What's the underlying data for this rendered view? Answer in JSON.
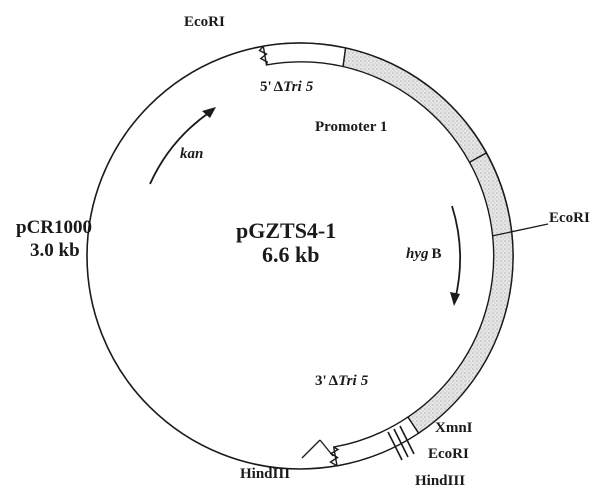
{
  "plasmid": {
    "name": "pGZTS4-1",
    "size": "6.6 kb"
  },
  "vector": {
    "name": "pCR1000",
    "size": "3.0 kb"
  },
  "restriction_sites": {
    "ecori_top": "EcoRI",
    "ecori_right": "EcoRI",
    "hindiii_bottom": "HindIII",
    "xmni": "XmnI",
    "ecori_bottom": "EcoRI",
    "hindiii_right_bottom": "HindIII"
  },
  "features": {
    "tri5_5prime": {
      "prefix": "5'",
      "delta": "Δ",
      "gene": "Tri",
      "num": "5"
    },
    "tri5_3prime": {
      "prefix": "3'",
      "delta": "Δ",
      "gene": "Tri",
      "num": "5"
    },
    "promoter": "Promoter 1",
    "kan": "kan",
    "hyg": {
      "gene": "hyg",
      "suffix": "B"
    }
  },
  "colors": {
    "line": "#1a1a1a",
    "insert_fill": "#e3e3e3",
    "background": "#ffffff"
  }
}
